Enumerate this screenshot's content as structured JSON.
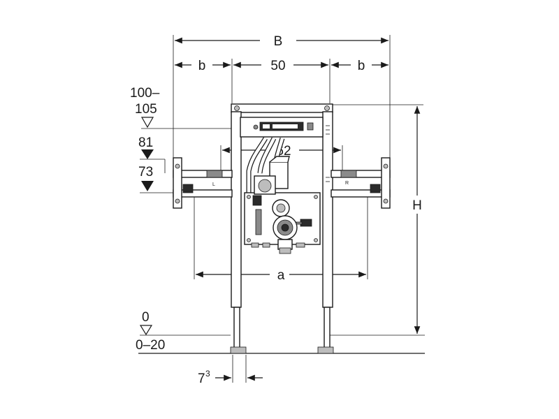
{
  "dimensions": {
    "overall_width": "B",
    "side_width": "b",
    "frame_width": "50",
    "bracket_spacing": "62",
    "support_spacing": "a",
    "height": "H",
    "foot_offset_base": "7",
    "foot_offset_exp": "3"
  },
  "levels": {
    "top_line1": "100–",
    "top_line2": "105",
    "upper": "81",
    "lower": "73",
    "floor": "0",
    "floor_range": "0–20"
  },
  "side_marks": {
    "left": "L",
    "right": "R"
  }
}
